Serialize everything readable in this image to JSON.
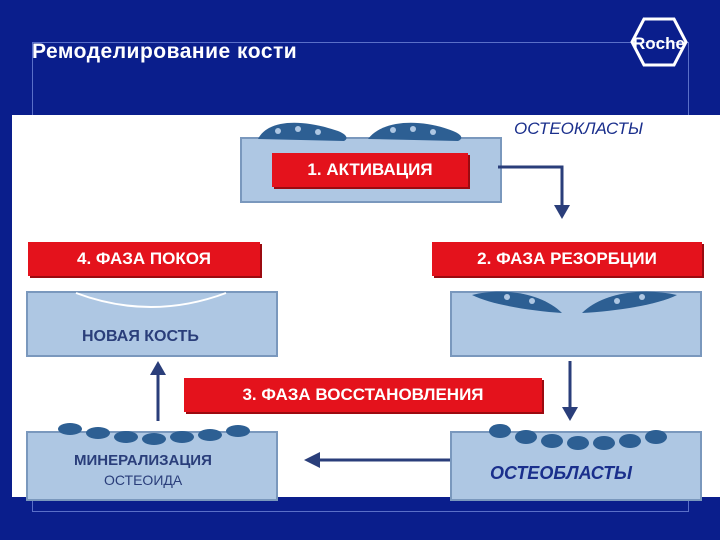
{
  "slide": {
    "title": "Ремоделирование кости"
  },
  "logo": {
    "text": "Roche"
  },
  "diagram": {
    "osteoclasts": "ОСТЕОКЛАСТЫ",
    "phase1": "1. АКТИВАЦИЯ",
    "phase2": "2. ФАЗА РЕЗОРБЦИИ",
    "phase3": "3. ФАЗА ВОССТАНОВЛЕНИЯ",
    "phase4": "4. ФАЗА  ПОКОЯ",
    "new_bone": "НОВАЯ КОСТЬ",
    "mineralization_line1": "МИНЕРАЛИЗАЦИЯ",
    "mineralization_line2": "ОСТЕОИДА",
    "osteoblasts": "ОСТЕОБЛАСТЫ"
  },
  "colors": {
    "background": "#0a1e8c",
    "phase_label": "#e4121c",
    "bone": "#aec7e3",
    "cell": "#2d5f93"
  }
}
